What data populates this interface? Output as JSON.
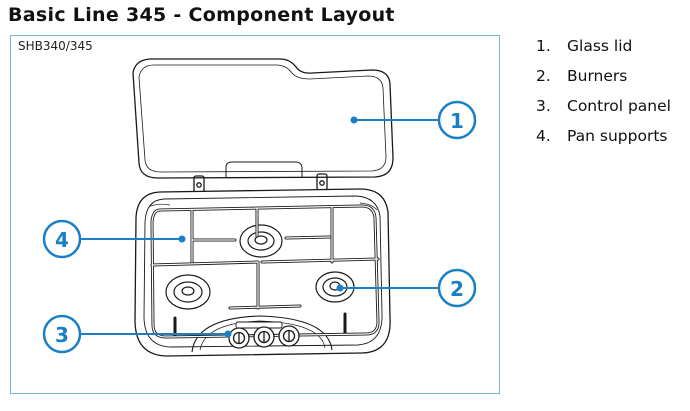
{
  "title": "Basic Line 345 - Component Layout",
  "model": "SHB340/345",
  "accent_color": "#1a7fc4",
  "outline_color": "#1a1a1a",
  "callouts": [
    {
      "number": "1",
      "target": "Glass lid"
    },
    {
      "number": "2",
      "target": "Burners"
    },
    {
      "number": "3",
      "target": "Control panel"
    },
    {
      "number": "4",
      "target": "Pan supports"
    }
  ],
  "legend": [
    {
      "number": "1.",
      "label": "Glass lid"
    },
    {
      "number": "2.",
      "label": "Burners"
    },
    {
      "number": "3.",
      "label": "Control panel"
    },
    {
      "number": "4.",
      "label": "Pan supports"
    }
  ]
}
